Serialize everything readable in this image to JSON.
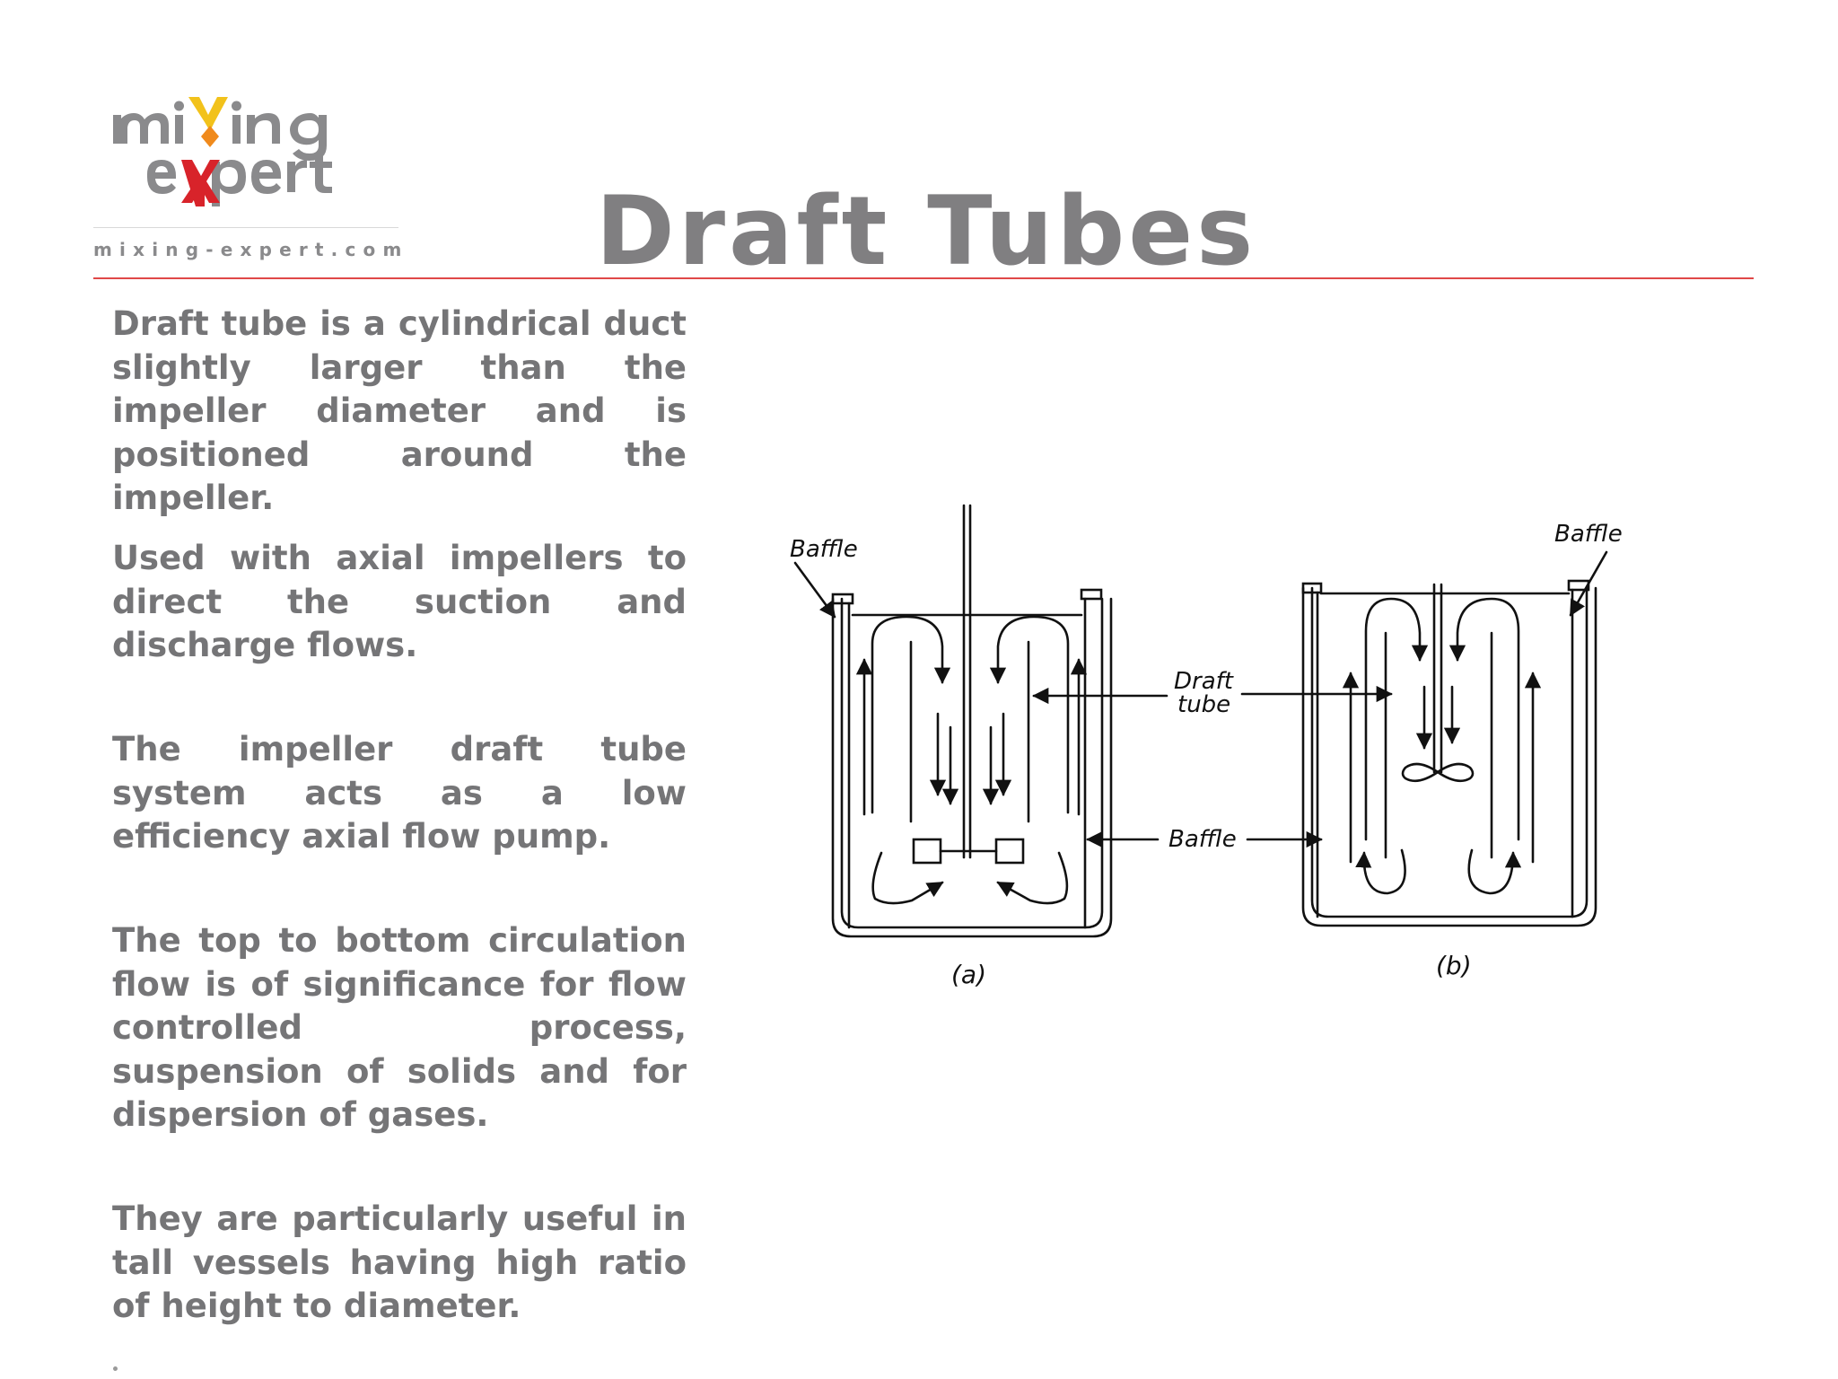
{
  "brand": {
    "url": "mixing-expert.com"
  },
  "title": "Draft Tubes",
  "paragraphs": [
    "Draft tube is a cylindrical duct slightly larger than the impeller diameter and is positioned around the impeller.",
    "Used with axial impellers to direct the suction and discharge flows.",
    "The impeller draft tube system acts as a low efficiency axial flow pump.",
    "The top to bottom circulation flow is of significance for flow controlled process, suspension of solids and for dispersion of gases.",
    "They are particularly useful in tall vessels having high ratio of height to diameter."
  ],
  "diagram": {
    "labels": {
      "baffle_left": "Baffle",
      "baffle_right": "Baffle",
      "baffle_mid": "Baffle",
      "draft_line1": "Draft",
      "draft_line2": "tube",
      "caption_a": "(a)",
      "caption_b": "(b)"
    }
  },
  "colors": {
    "accent_line": "#e04848",
    "logo_x_yellow": "#f2c21b",
    "logo_x_red": "#d8232a",
    "text_grey": "#7a7a7c"
  }
}
